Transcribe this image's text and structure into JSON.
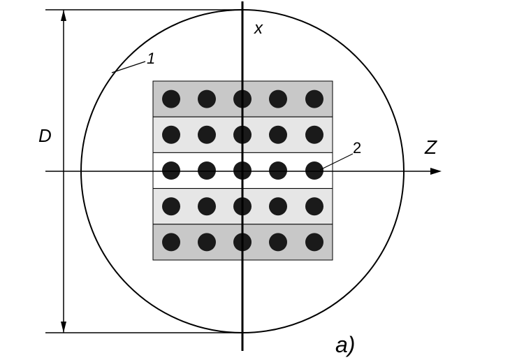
{
  "labels": {
    "diameter": "D",
    "x_axis": "x",
    "z_axis": "Z",
    "callout_1": "1",
    "callout_2": "2",
    "panel": "a)"
  },
  "grid": {
    "rows": 5,
    "columns": 5,
    "row_shades": [
      "#c8c8c8",
      "#e6e6e6",
      "#ffffff",
      "#e6e6e6",
      "#c8c8c8"
    ],
    "dot_color": "#1a1a1a"
  },
  "colors": {
    "line": "#000000",
    "background": "#ffffff"
  }
}
